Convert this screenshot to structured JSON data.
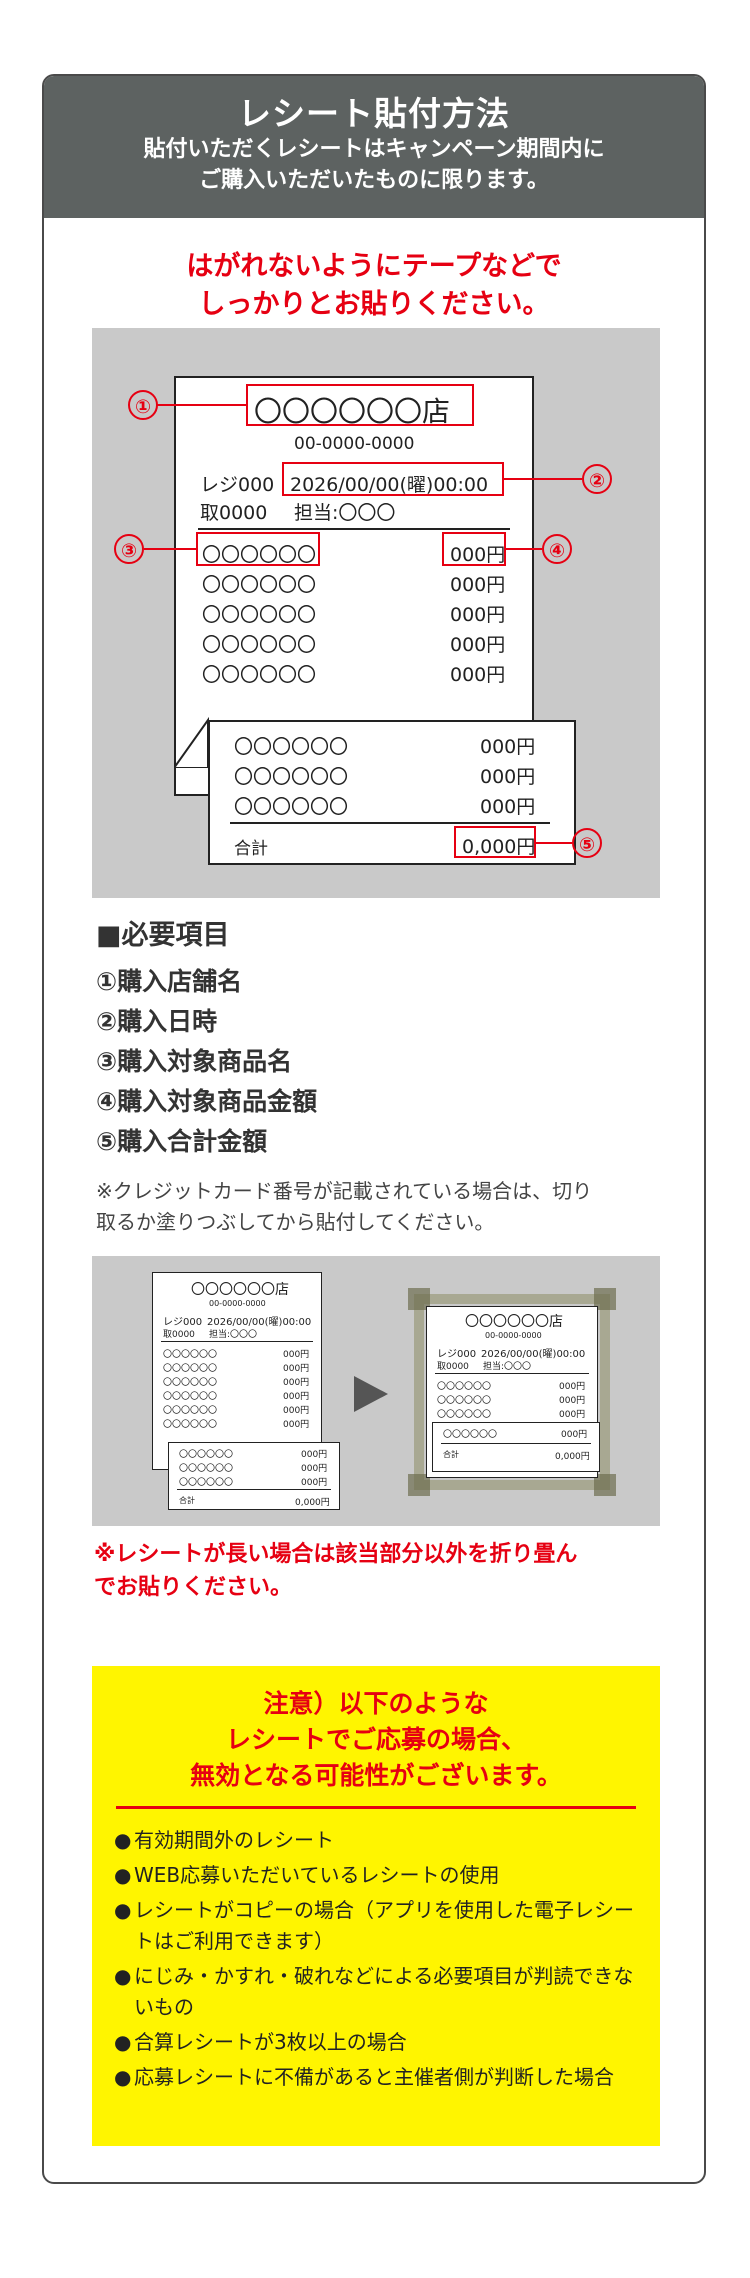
{
  "header": {
    "title": "レシート貼付方法",
    "subtitle_1": "貼付いただくレシートはキャンペーン期間内に",
    "subtitle_2": "ご購入いただいたものに限ります。"
  },
  "instruction": {
    "line_1": "はがれないようにテープなどで",
    "line_2": "しっかりとお貼りください。"
  },
  "receipt": {
    "store": "〇〇〇〇〇〇店",
    "phone": "00-0000-0000",
    "register": "レジ000",
    "datetime": "2026/00/00(曜)00:00",
    "transaction": "取0000",
    "staff": "担当:〇〇〇",
    "item": "〇〇〇〇〇〇",
    "price": "000円",
    "total_label": "合計",
    "total": "0,000円"
  },
  "markers": [
    "①",
    "②",
    "③",
    "④",
    "⑤"
  ],
  "required": {
    "heading": "■必要項目",
    "items": [
      "①購入店舗名",
      "②購入日時",
      "③購入対象商品名",
      "④購入対象商品金額",
      "⑤購入合計金額"
    ]
  },
  "card_note": {
    "line_1": "※クレジットカード番号が記載されている場合は、切り",
    "line_2": "取るか塗りつぶしてから貼付してください。"
  },
  "long_note": {
    "line_1": "※レシートが長い場合は該当部分以外を折り畳ん",
    "line_2": "でお貼りください。"
  },
  "caution": {
    "title_1": "注意）以下のような",
    "title_2": "レシートでご応募の場合、",
    "title_3": "無効となる可能性がございます。",
    "bullet": "●",
    "items": [
      "有効期間外のレシート",
      "WEB応募いただいているレシートの使用",
      "レシートがコピーの場合（アプリを使用した電子レシートはご利用できます）",
      "にじみ・かすれ・破れなどによる必要項目が判読できないもの",
      "合算レシートが3枚以上の場合",
      "応募レシートに不備があると主催者側が判断した場合"
    ]
  },
  "colors": {
    "header_bg": "#5d6261",
    "accent_red": "#e60012",
    "caution_bg": "#fff500",
    "illustration_bg": "#c9c9c9"
  }
}
